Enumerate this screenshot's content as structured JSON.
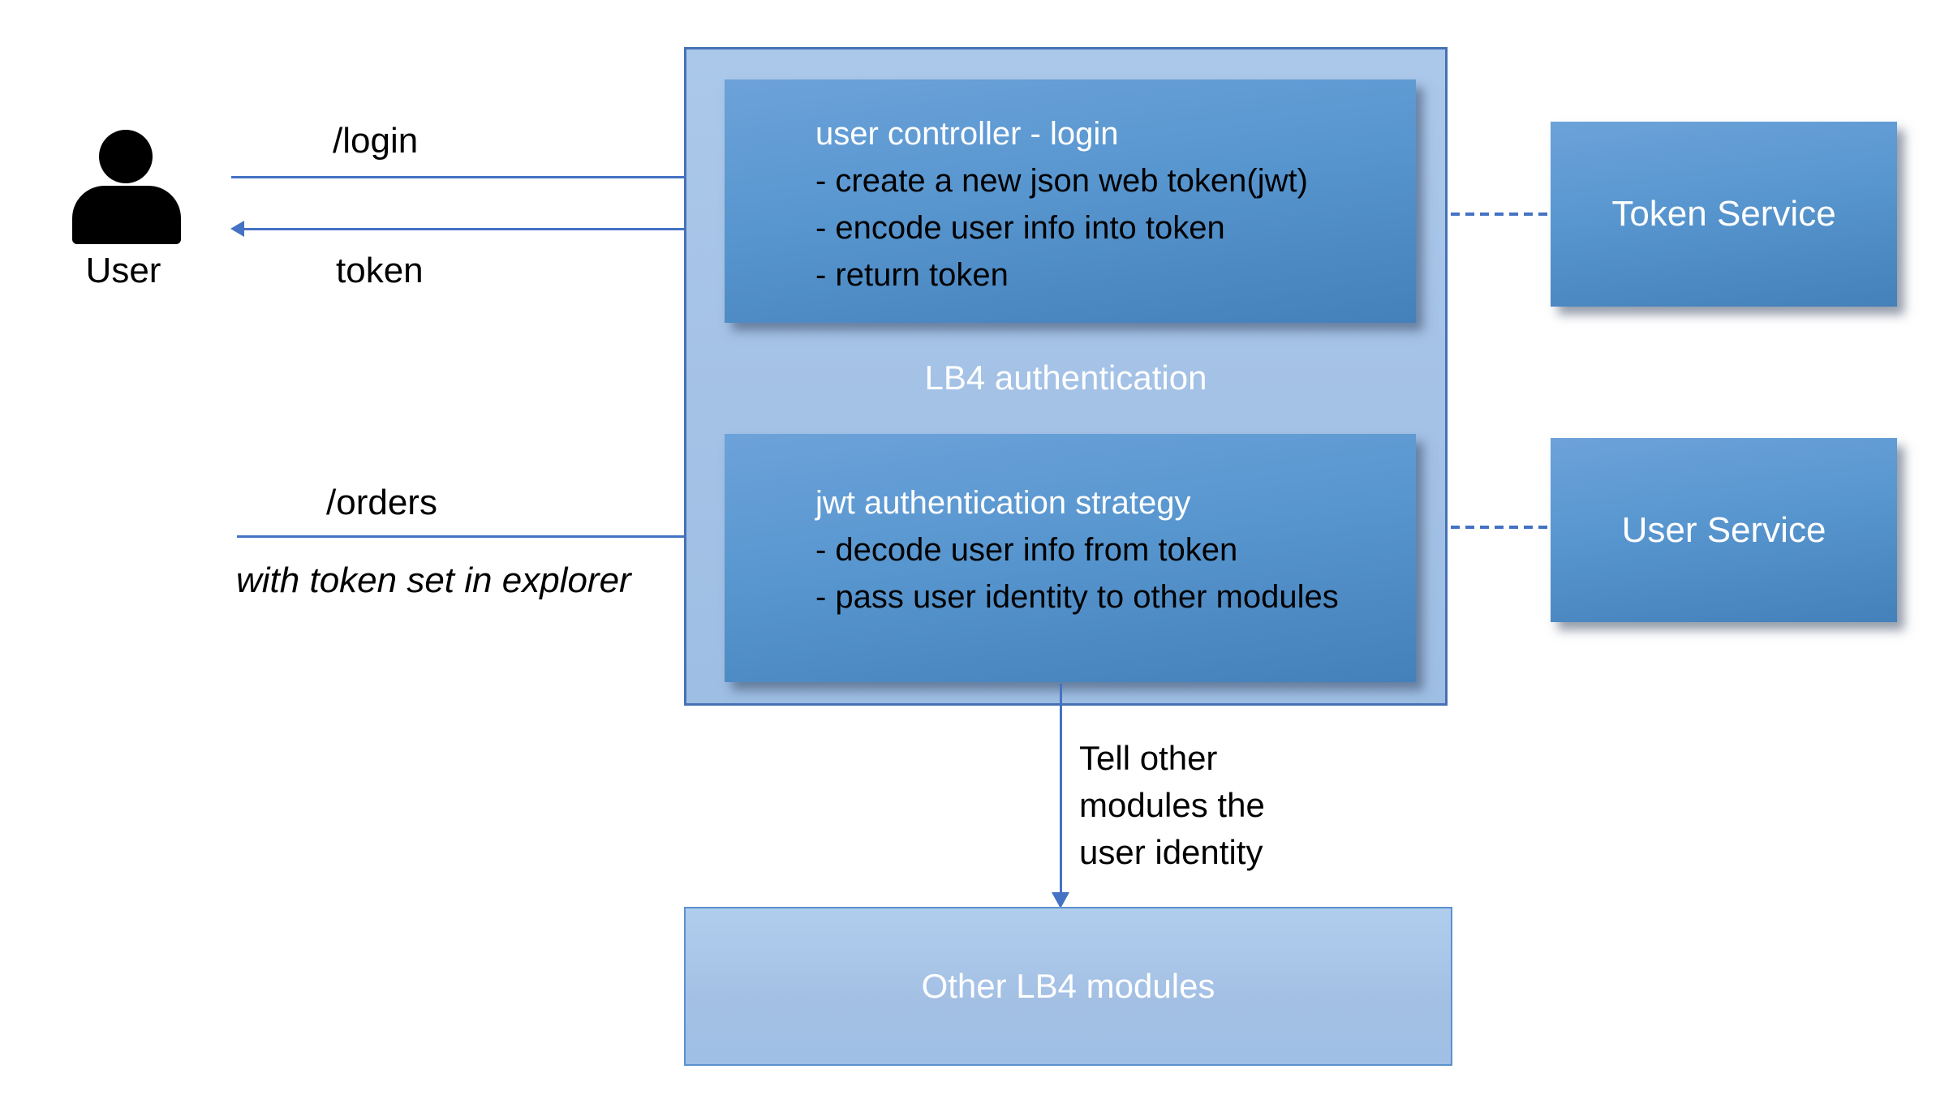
{
  "user": {
    "label": "User"
  },
  "flows": {
    "login_label": "/login",
    "token_label": "token",
    "orders_label": "/orders",
    "orders_note": "with token set in explorer",
    "tell_note_lines": [
      "Tell other",
      "modules the",
      "user identity"
    ]
  },
  "lb4": {
    "label": "LB4 authentication",
    "controller": {
      "title": "user controller - login",
      "bullets": [
        "- create a new json web token(jwt)",
        "- encode user info into token",
        "- return token"
      ]
    },
    "strategy": {
      "title": "jwt authentication strategy",
      "bullets": [
        "- decode user info from token",
        "- pass user identity to other modules"
      ]
    }
  },
  "services": {
    "token": {
      "label": "Token Service"
    },
    "user": {
      "label": "User Service"
    }
  },
  "other_modules": {
    "label": "Other LB4 modules"
  },
  "colors": {
    "arrow_blue": "#4472C4",
    "container_fill": "#A4C2E6",
    "container_border": "#4671B5",
    "dark_box_top": "#6BA1D8",
    "dark_box_bottom": "#4583BE",
    "light_box_border": "#5B91CF",
    "text_on_dark": "#FFFFFF",
    "text_black": "#000000"
  }
}
